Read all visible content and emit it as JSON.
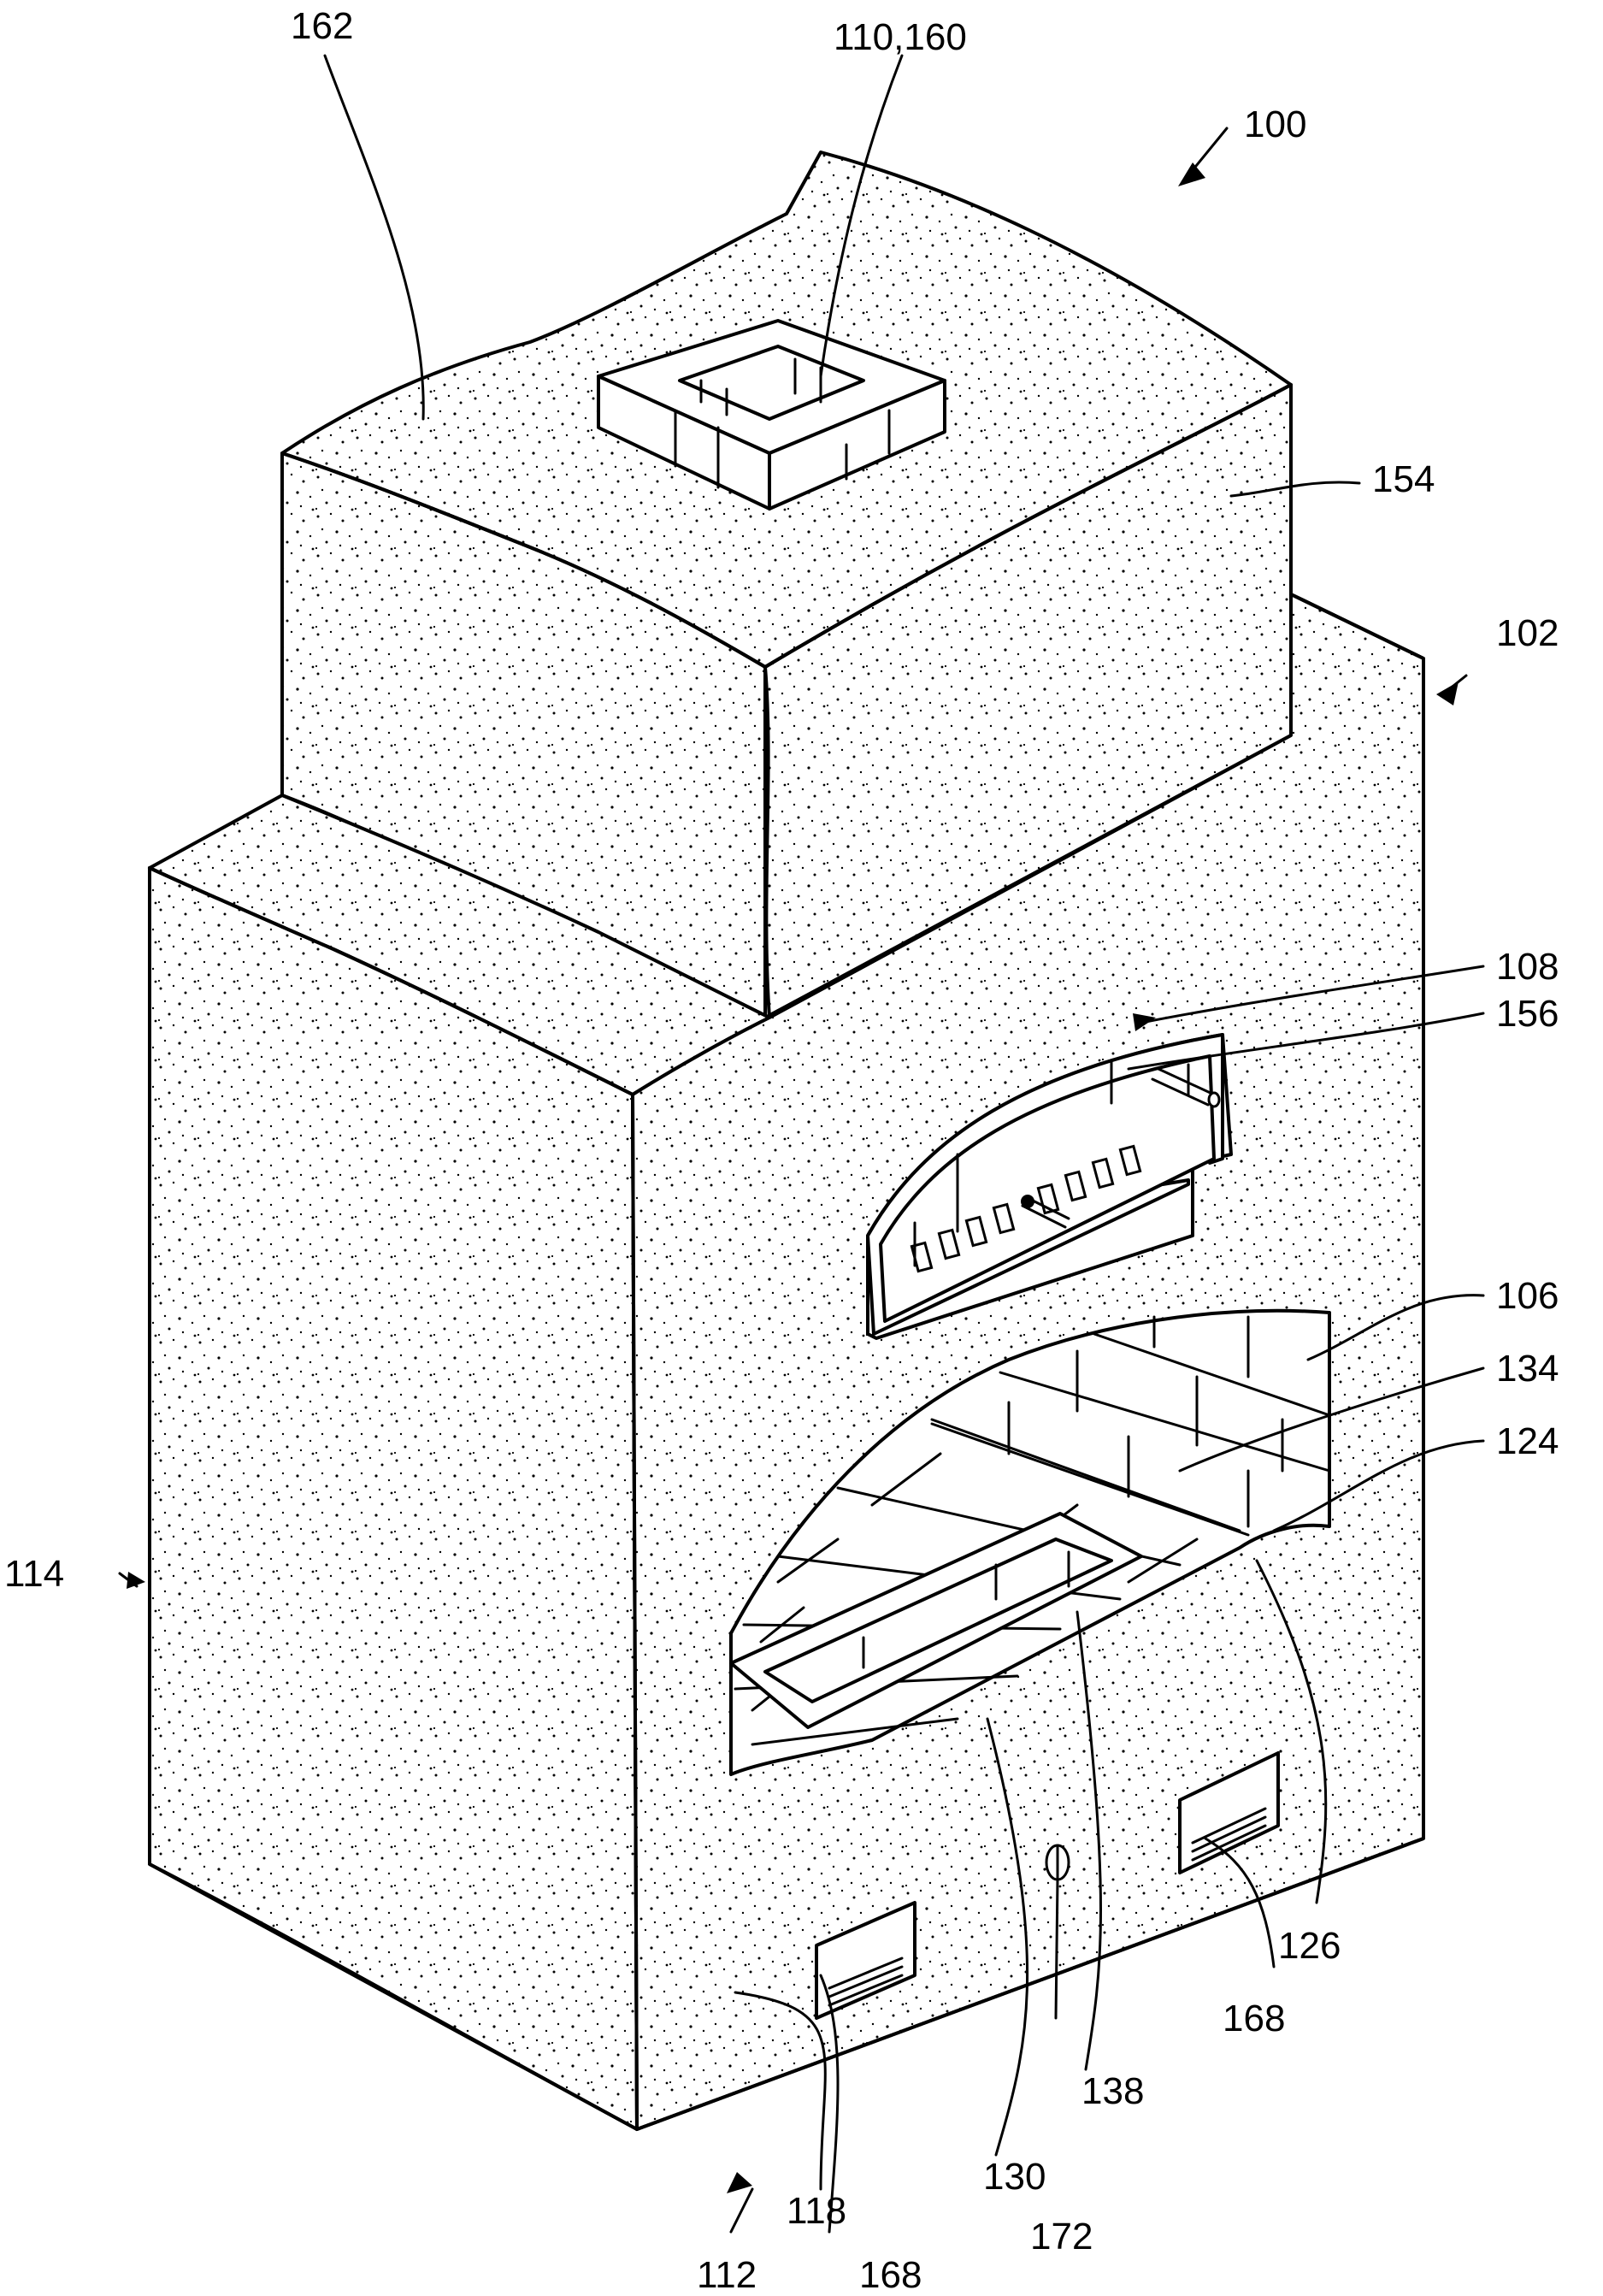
{
  "figure": {
    "reference_numerals": {
      "assembly": "100",
      "body": "102",
      "chamber": "106",
      "door": "108",
      "flue": "110,160",
      "front_face": "112",
      "side_face": "114",
      "floor_front": "118",
      "floor_edge": "124",
      "floor_right": "126",
      "tray": "130",
      "brick_line": "134",
      "tray_inner": "138",
      "upper_front": "154",
      "door_panel": "156",
      "top_surface": "162",
      "vent_left": "168",
      "vent_right": "168",
      "valve": "172"
    },
    "colors": {
      "line": "#000000",
      "background": "#ffffff",
      "stipple": "#000000"
    }
  }
}
